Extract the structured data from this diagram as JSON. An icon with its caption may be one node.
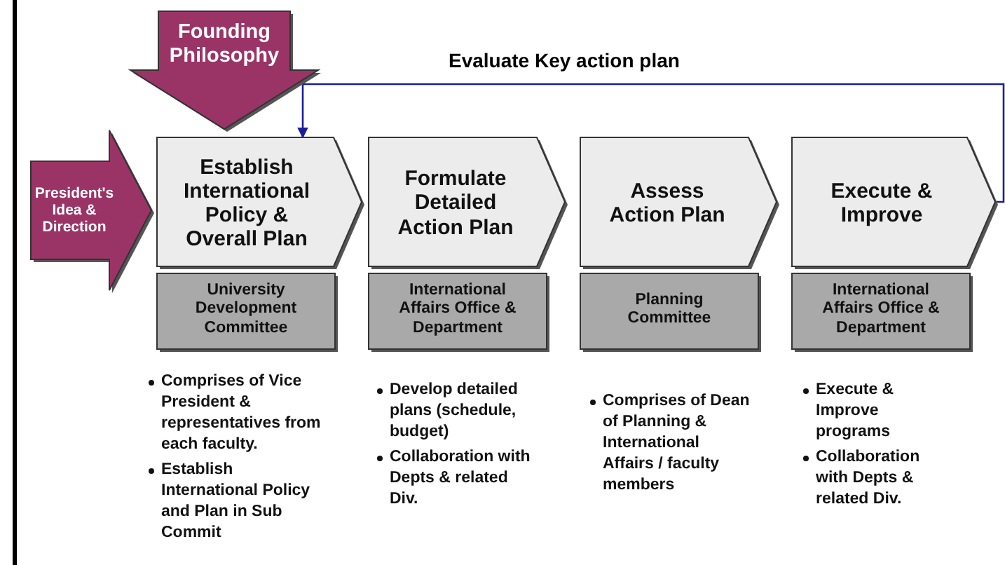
{
  "diagram": {
    "nodes": [
      {
        "text": [
          "Founding Philosophy"
        ]
      },
      {
        "text": [
          "President's Idea & Direction"
        ]
      },
      {
        "text": [
          "Establish International Policy & Overall Plan"
        ]
      },
      {
        "text": [
          "Formulate Detailed Action Plan"
        ]
      },
      {
        "text": [
          "Assess Action Plan"
        ]
      },
      {
        "text": [
          "Execute & Improve"
        ]
      },
      {
        "text": [
          "University Development Committee"
        ],
        "beside": [
          "Comprises of Vice President & representatives from each faculty.",
          "Establish International Policy and Plan in Sub Commit"
        ]
      },
      {
        "text": [
          "International Affairs Office & Department"
        ],
        "beside": [
          "Develop detailed plans (schedule, budget)",
          "Collaboration with Depts & related Div."
        ]
      },
      {
        "text": [
          "Planning Committee"
        ],
        "beside": [
          "Comprises of Dean of Planning & International Affairs / faculty members"
        ]
      },
      {
        "text": [
          "International Affairs Office & Department"
        ],
        "beside": [
          "Execute & Improve programs",
          "Collaboration with Depts & related Div."
        ]
      }
    ],
    "edges": [
      {
        "from": 5,
        "to": 2,
        "arrow": "to",
        "label": "Evaluate Key action plan",
        "color": "#1c1c9a"
      }
    ]
  }
}
